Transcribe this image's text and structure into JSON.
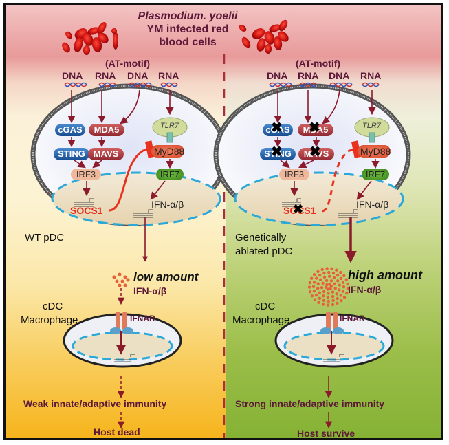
{
  "title": {
    "line1": "Plasmodium. yoelii",
    "line2": "YM infected red",
    "line3": "blood cells"
  },
  "panels": [
    {
      "side": "left",
      "motif_label": "(AT-motif)",
      "ligands": [
        "DNA",
        "RNA",
        "DNA",
        "RNA"
      ],
      "sensors": [
        "cGAS",
        "MDA5",
        "TLR7"
      ],
      "adaptors": [
        "STING",
        "MAVS",
        "MyD88"
      ],
      "transcription_factors": [
        "IRF3",
        "IRF7"
      ],
      "genes": [
        "SOCS1",
        "IFN-α/β"
      ],
      "cell_label": "WT pDC",
      "amount_label": "low amount",
      "cytokine_label": "IFN-α/β",
      "target_cell_line1": "cDC",
      "target_cell_line2": "Macrophage",
      "receptor_label": "IFNAR",
      "immunity_label": "Weak innate/adaptive immunity",
      "outcome_label": "Host dead",
      "knocked_out": false
    },
    {
      "side": "right",
      "motif_label": "(AT-motif)",
      "ligands": [
        "DNA",
        "RNA",
        "DNA",
        "RNA"
      ],
      "sensors": [
        "cGAS",
        "MDA5",
        "TLR7"
      ],
      "adaptors": [
        "STING",
        "MAVS",
        "MyD88"
      ],
      "transcription_factors": [
        "IRF3",
        "IRF7"
      ],
      "genes": [
        "SOCS1",
        "IFN-α/β"
      ],
      "cell_label_line1": "Genetically",
      "cell_label_line2": "ablated pDC",
      "amount_label": "high amount",
      "cytokine_label": "IFN-α/β",
      "target_cell_line1": "cDC",
      "target_cell_line2": "Macrophage",
      "receptor_label": "IFNAR",
      "immunity_label": "Strong innate/adaptive immunity",
      "outcome_label": "Host survive",
      "knocked_out": true
    }
  ],
  "colors": {
    "maroon": "#5c1838",
    "arrow": "#8b1a2b",
    "inhibit": "#e8321e",
    "cgas_blue": "#1f5fa0",
    "mda5_red": "#a8323a",
    "irf3_peach": "#f0b89a",
    "myd88_orange": "#e8613a",
    "irf7_green": "#4a9a24",
    "nucleus_dash": "#2aa8d8"
  }
}
